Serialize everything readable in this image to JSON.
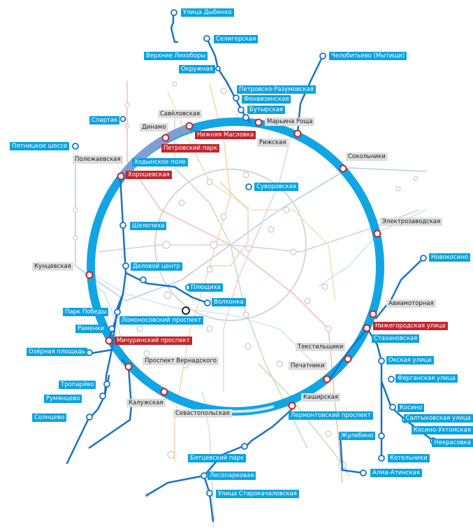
{
  "colors": {
    "ring": "#12a5e3",
    "ring_old": "#7f9fd4",
    "new_line": "#1b73c4",
    "label_blue": "#0aa3df",
    "label_red": "#c0272d",
    "label_grey": "#dedede",
    "station_red": "#c0272d",
    "station_blue": "#1b73c4",
    "faded_lines": [
      "#f2b7b0",
      "#b9dcbb",
      "#a9c8ea",
      "#f7d2a5",
      "#d7c2e6",
      "#c9e3f2",
      "#e9e0a8"
    ]
  },
  "stations": {
    "ulitsa_dybenko": "Улица Дыбенко",
    "seligerskaya": "Селигерская",
    "verkhnie_likhobory": "Верхние Лихоборы",
    "chelobitevo": "Челобитьево (Мытищи)",
    "okruzhnaya": "Окружная",
    "petrovsko_razumovskaya": "Петровско-Разумовская",
    "fonvizinskaya": "Фонвизинская",
    "butyrskaya": "Бутырская",
    "savelovskaya": "Савёловская",
    "maryina_roshcha": "Марьина Роща",
    "spartak": "Спартак",
    "dinamo": "Динамо",
    "nizhnyaya_maslovka": "Нижняя Масловка",
    "rizhskaya": "Рижская",
    "petrovsky_park": "Петровский парк",
    "pyatnitskoe_shosse": "Пятницкое шоссе",
    "polezhaevskaya": "Полежаевская",
    "sokolniki": "Сокольники",
    "khodynskoe_pole": "Ходынское поле",
    "khoroshevskaya": "Хорошевская",
    "suvorovskaya": "Суворовская",
    "elektrozavodskaya": "Электрозаводская",
    "shelepikha": "Шелепиха",
    "novokosino": "Новокосино",
    "kuntsevskaya": "Кунцевская",
    "delovoy_tsentr": "Деловой центр",
    "plyushchikha": "Плющиха",
    "volkhonka": "Волхонка",
    "aviamotornaya": "Авиамоторная",
    "park_pobedy": "Парк Победы",
    "lomonosovsky_prospekt": "Ломоносовский проспект",
    "nizhegorodskaya": "Нижегородская улица",
    "ramenki": "Раменки",
    "stakhanovskaya": "Стахановская",
    "michurinsky_prospekt": "Мичуринский проспект",
    "tekstilshchiki": "Текстильщики",
    "ozyornaya_ploshchad": "Озёрная площадь",
    "okskaya": "Окская улица",
    "prospekt_vernadskogo": "Проспект Вернадского",
    "pechatniki": "Печатники",
    "ferganskaya": "Ферганская улица",
    "troparyovo": "Тропарёво",
    "kashirskaya": "Каширская",
    "rumyantsevo": "Румянцево",
    "kaluzhskaya": "Калужская",
    "kosino": "Косино",
    "saltykovskaya": "Салтыковская улица",
    "sevastopolskaya": "Севастопольская",
    "lermontovsky_prospekt": "Лермонтовский проспект",
    "solntsevo": "Солнцево",
    "kosino_ukhtomskaya": "Косино-Ухтомская",
    "nekrasovka": "Некрасовка",
    "zhulebino": "Жулебино",
    "kotelniki": "Котельники",
    "bitsevsky_park": "Битцевский парк",
    "alma_atinskaya": "Алма-Атинская",
    "lesoparkovaya": "Лесопарковая",
    "ulitsa_starokachalovskaya": "Улица Старокачаловская"
  }
}
